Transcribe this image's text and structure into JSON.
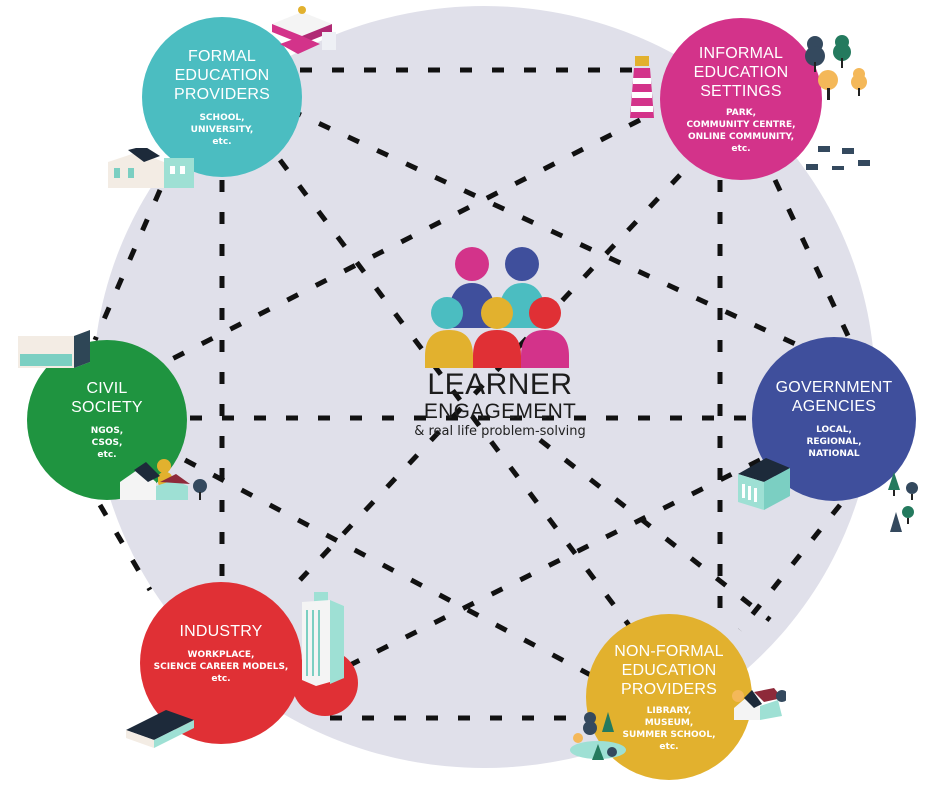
{
  "diagram": {
    "center": {
      "title_line1": "LEARNER",
      "title_line2": "ENGAGEMENT",
      "subtitle": "& real life problem-solving",
      "icon": "group-of-learners-icon"
    },
    "nodes": [
      {
        "id": "formal",
        "title": "FORMAL\nEDUCATION\nPROVIDERS",
        "subtitle": "SCHOOL,\nUNIVERSITY,\netc.",
        "color": "#4bbdc1"
      },
      {
        "id": "informal",
        "title": "INFORMAL\nEDUCATION\nSETTINGS",
        "subtitle": "PARK,\nCOMMUNITY CENTRE,\nONLINE COMMUNITY,\netc.",
        "color": "#d3338a"
      },
      {
        "id": "civil",
        "title": "CIVIL\nSOCIETY",
        "subtitle": "NGOS,\nCSOS,\netc.",
        "color": "#1f9440"
      },
      {
        "id": "government",
        "title": "GOVERNMENT\nAGENCIES",
        "subtitle": "LOCAL,\nREGIONAL,\nNATIONAL",
        "color": "#3f4f9c"
      },
      {
        "id": "industry",
        "title": "INDUSTRY",
        "subtitle": "WORKPLACE,\nSCIENCE CAREER MODELS,\netc.",
        "color": "#e03035"
      },
      {
        "id": "nonformal",
        "title": "NON-FORMAL\nEDUCATION\nPROVIDERS",
        "subtitle": "LIBRARY,\nMUSEUM,\nSUMMER SCHOOL,\netc.",
        "color": "#e2b12e"
      }
    ],
    "connections": "dashed lines connect every node pair",
    "background_color": "#e0e0ea"
  }
}
